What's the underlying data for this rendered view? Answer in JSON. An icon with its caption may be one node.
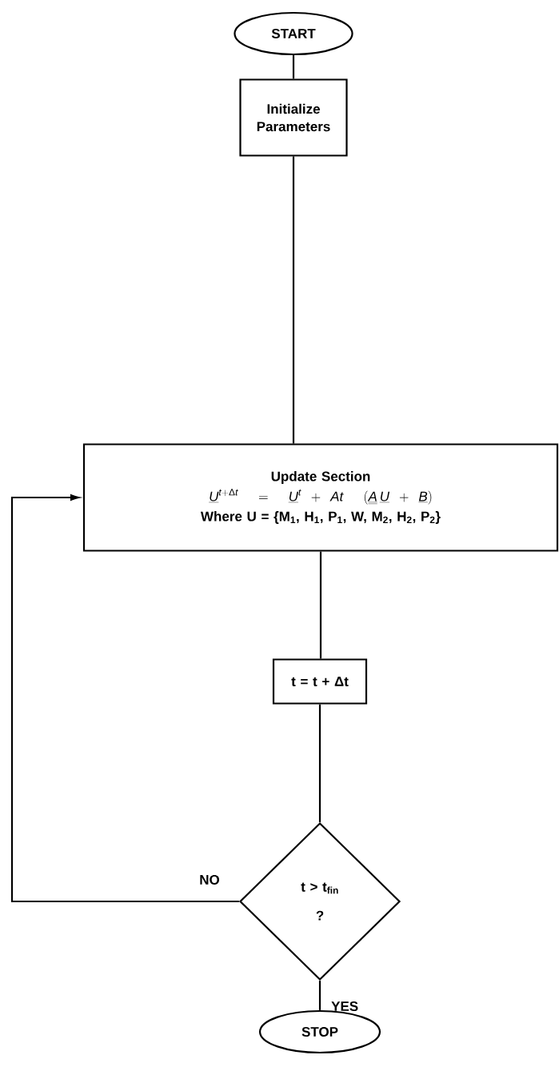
{
  "diagram": {
    "nodes": [
      {
        "text": [
          "START"
        ]
      },
      {
        "text": [
          "Initialize Parameters"
        ]
      },
      {
        "text": [
          "Update Section",
          "\\underline{U}^{t+\\Delta t} = \\underline{U}^{t} + At\\;(\\underline{\\underline{A}}\\,\\underline{U} + \\underline{B})",
          "Where U = {M$_{1}$, H$_{1}$, P$_{1}$, W, M$_{2}$, H$_{2}$, P$_{2}$}"
        ]
      },
      {
        "text": [
          "t = t + Δt"
        ]
      },
      {
        "text": [
          "t > t$_{fin}$",
          "?"
        ]
      },
      {
        "text": [
          "STOP"
        ]
      }
    ],
    "edges": [
      {
        "from": 0,
        "to": 1,
        "arrow": "none"
      },
      {
        "from": 1,
        "to": 2,
        "arrow": "none"
      },
      {
        "from": 2,
        "to": 3,
        "arrow": "none"
      },
      {
        "from": 3,
        "to": 4,
        "arrow": "none"
      },
      {
        "from": 4,
        "to": 2,
        "arrow": "to",
        "label": "NO"
      },
      {
        "from": 4,
        "to": 5,
        "arrow": "none",
        "label": "YES"
      }
    ]
  }
}
